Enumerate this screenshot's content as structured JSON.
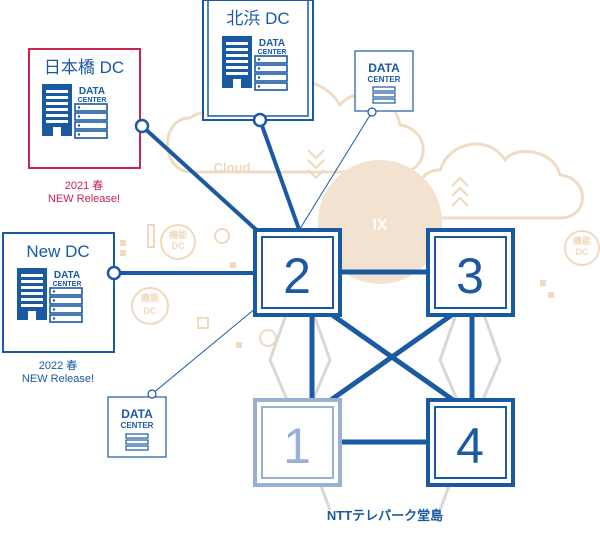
{
  "boxes": {
    "nihonbashi": {
      "title": "日本橋 DC",
      "release": "2021 春",
      "release2": "NEW Release!"
    },
    "kitahama": {
      "title": "北浜 DC"
    },
    "new_dc": {
      "title": "New DC",
      "release": "2022 春",
      "release2": "NEW Release!"
    }
  },
  "datacenter": {
    "line1": "DATA",
    "line2": "CENTER"
  },
  "cloud_label": "Cloud",
  "ix_label": "IX",
  "nodes": [
    "1",
    "2",
    "3",
    "4"
  ],
  "site_label": "NTTテレパーク堂島",
  "bg_labels": {
    "kiki": "機能",
    "dc": "DC"
  },
  "colors": {
    "blue": "#1a5aa3",
    "red": "#c8264f",
    "light_blue": "#9ab0d4",
    "tan": "#f3e2cf",
    "gray": "#c9c9c9"
  }
}
